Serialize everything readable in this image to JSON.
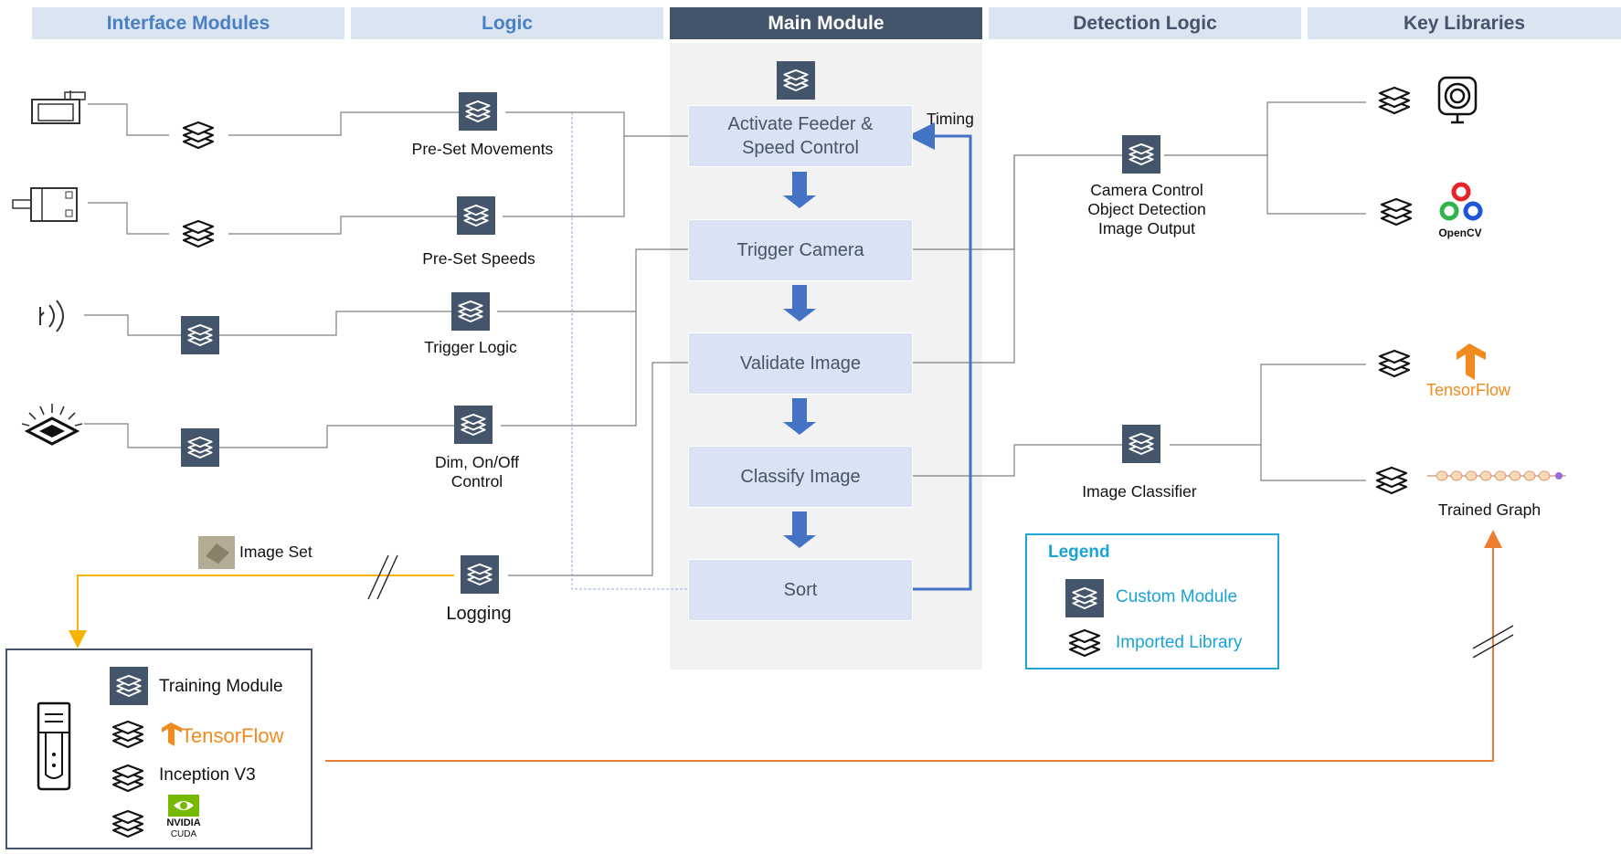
{
  "headers": {
    "interface": "Interface Modules",
    "logic": "Logic",
    "main": "Main Module",
    "detection": "Detection Logic",
    "libraries": "Key Libraries"
  },
  "main_steps": [
    "Activate Feeder &\nSpeed Control",
    "Trigger Camera",
    "Validate Image",
    "Classify Image",
    "Sort"
  ],
  "timing_label": "Timing",
  "logic_labels": {
    "movements": "Pre-Set Movements",
    "speeds": "Pre-Set Speeds",
    "trigger": "Trigger Logic",
    "dim": "Dim, On/Off\nControl",
    "logging": "Logging"
  },
  "image_set_label": "Image Set",
  "detection_labels": {
    "camera": "Camera Control\nObject Detection\nImage Output",
    "classifier": "Image Classifier"
  },
  "library_labels": {
    "opencv": "OpenCV",
    "tensorflow": "TensorFlow",
    "trained_graph": "Trained Graph"
  },
  "legend": {
    "title": "Legend",
    "custom": "Custom Module",
    "imported": "Imported Library"
  },
  "training": {
    "module": "Training Module",
    "tensorflow": "TensorFlow",
    "inception": "Inception V3",
    "nvidia": "NVIDIA",
    "cuda": "CUDA"
  },
  "icons": {
    "custom_module": "stacked-layers-icon",
    "imported_library": "stacked-layers-outline-icon",
    "hardware": [
      "feeder-icon",
      "motor-icon",
      "sensor-icon",
      "light-icon"
    ],
    "camera": "webcam-icon",
    "computer": "pc-tower-icon",
    "image_set": "image-thumbnail-icon"
  },
  "colors": {
    "header_bg": "#dbe5f2",
    "header_text": "#4a7fc4",
    "main_header_bg": "#44546a",
    "step_box": "#dae3f3",
    "flow_arrow": "#4472c4",
    "legend_border": "#1ea7d8",
    "image_set_line": "#f5b400",
    "trained_graph_line": "#ed7d31",
    "tensorflow_orange": "#f28b1d"
  }
}
